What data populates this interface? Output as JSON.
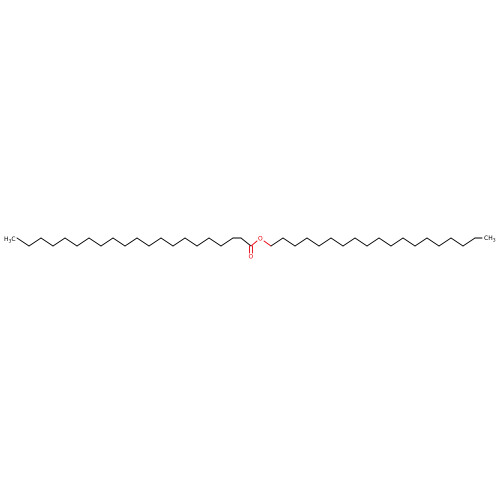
{
  "molecule": {
    "atoms": {
      "left_methyl": {
        "label": "H",
        "subscript": "3",
        "suffix": "C"
      },
      "right_methyl": {
        "label": "CH",
        "subscript": "3"
      },
      "carbonyl_oxygen": {
        "label": "O"
      },
      "ester_oxygen": {
        "label": "O"
      }
    },
    "colors": {
      "carbon_bonds": "#000000",
      "oxygen": "#e8000b"
    }
  }
}
